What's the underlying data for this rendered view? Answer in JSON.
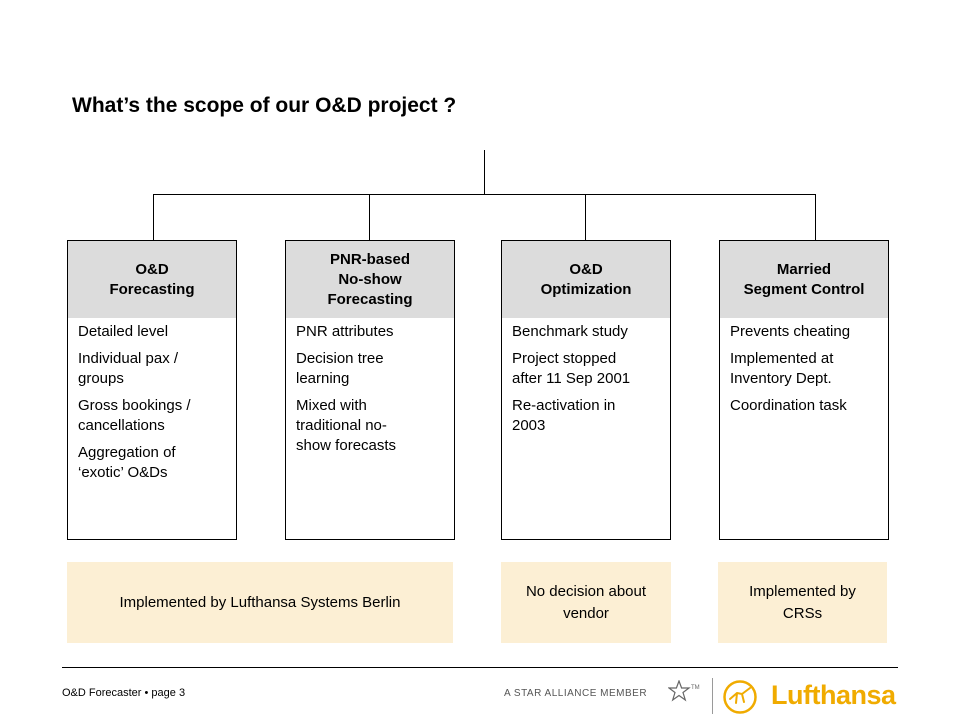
{
  "title": "What’s the scope of our O&D project ?",
  "columns": [
    {
      "heading": "O&D\nForecasting",
      "items": [
        "Detailed level",
        "Individual pax /\ngroups",
        "Gross bookings /\ncancellations",
        "Aggregation of\n‘exotic’ O&Ds"
      ]
    },
    {
      "heading": "PNR-based\nNo-show\nForecasting",
      "items": [
        "PNR attributes",
        "Decision tree\nlearning",
        "Mixed with\ntraditional no-\nshow forecasts"
      ]
    },
    {
      "heading": "O&D\nOptimization",
      "items": [
        "Benchmark study",
        "Project stopped\nafter 11 Sep 2001",
        "Re-activation in\n2003"
      ]
    },
    {
      "heading": "Married\nSegment Control",
      "items": [
        "Prevents cheating",
        "Implemented at\nInventory Dept.",
        "Coordination task"
      ]
    }
  ],
  "notes": [
    "Implemented by Lufthansa Systems Berlin",
    "No decision about\nvendor",
    "Implemented by\nCRSs"
  ],
  "footer": {
    "page_label": "O&D Forecaster • page 3",
    "alliance_text": "A STAR ALLIANCE MEMBER",
    "brand_name": "Lufthansa"
  },
  "colors": {
    "header_fill": "#dcdcdc",
    "note_fill": "#fcefd4",
    "brand_yellow": "#f0ab00"
  }
}
